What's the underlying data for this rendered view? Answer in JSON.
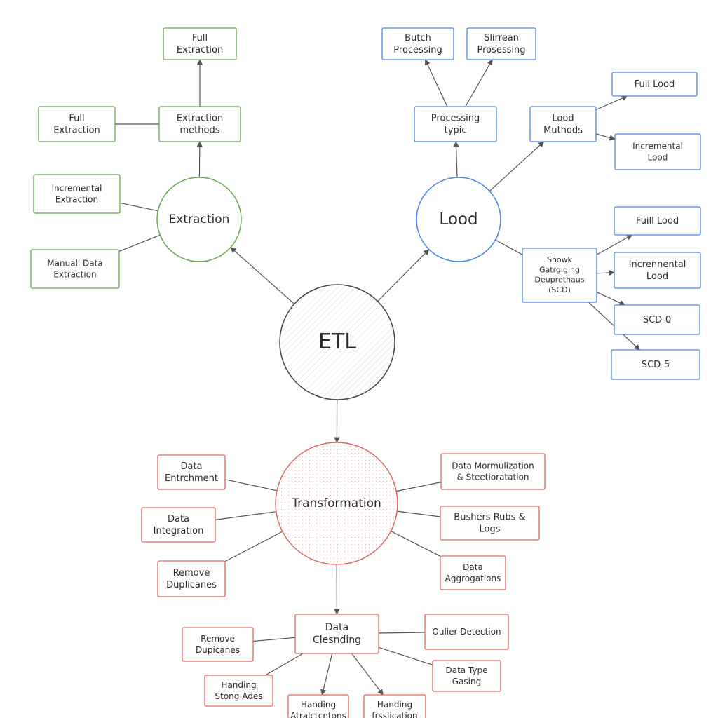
{
  "colors": {
    "extraction": "#6aa84f",
    "load": "#4a86e8",
    "transformation": "#e06666",
    "center": "#444444",
    "connector": "#555555"
  },
  "center": {
    "label": "ETL"
  },
  "extraction": {
    "label": "Extraction",
    "methods": {
      "label": "Extraction\nmethods"
    },
    "full_top": {
      "label": "Full\nExtraction"
    },
    "full_left": {
      "label": "Full\nExtraction"
    },
    "incremental": {
      "label": "Incremental\nExtraction"
    },
    "manual": {
      "label": "Manuall Data\nExtraction"
    }
  },
  "load": {
    "label": "Lood",
    "processing": {
      "label": "Processing\ntypic"
    },
    "batch": {
      "label": "Butch\nProcessing"
    },
    "stream": {
      "label": "Slirrean\nProsessing"
    },
    "methods": {
      "label": "Lood\nMuthods"
    },
    "full_load_1": {
      "label": "Full  Lood"
    },
    "incremental_load_1": {
      "label": "Incremental\nLood"
    },
    "scd": {
      "label": "Showk\nGatrgiging\nDeuprethaus\n(SCD)"
    },
    "full_load_2": {
      "label": "Fuill  Lood"
    },
    "incremental_load_2": {
      "label": "Incrennental\nLood"
    },
    "scd0": {
      "label": "SCD-0"
    },
    "scd5": {
      "label": "SCD-5"
    }
  },
  "transformation": {
    "label": "Transformation",
    "enrichment": {
      "label": "Data\nEntrchment"
    },
    "integration": {
      "label": "Data\nIntegration"
    },
    "remove_dup": {
      "label": "Remove\nDuplicanes"
    },
    "normalization": {
      "label": "Data Mormulization\n& Steetioratation"
    },
    "business_rules": {
      "label": "Bushers Rubs &\nLogs"
    },
    "aggregations": {
      "label": "Data\nAggrogations"
    },
    "cleansing": {
      "label": "Data\nClesnding",
      "remove_dup": {
        "label": "Remove\nDupicanes"
      },
      "outlier": {
        "label": "Oulier Detection"
      },
      "data_type": {
        "label": "Data Type\nGasing"
      },
      "handling_strong": {
        "label": "Handing\nStong Ades"
      },
      "handling_a": {
        "label": "Handing\nAtralctcntons"
      },
      "handling_b": {
        "label": "Handing\nfrsslication"
      }
    }
  }
}
